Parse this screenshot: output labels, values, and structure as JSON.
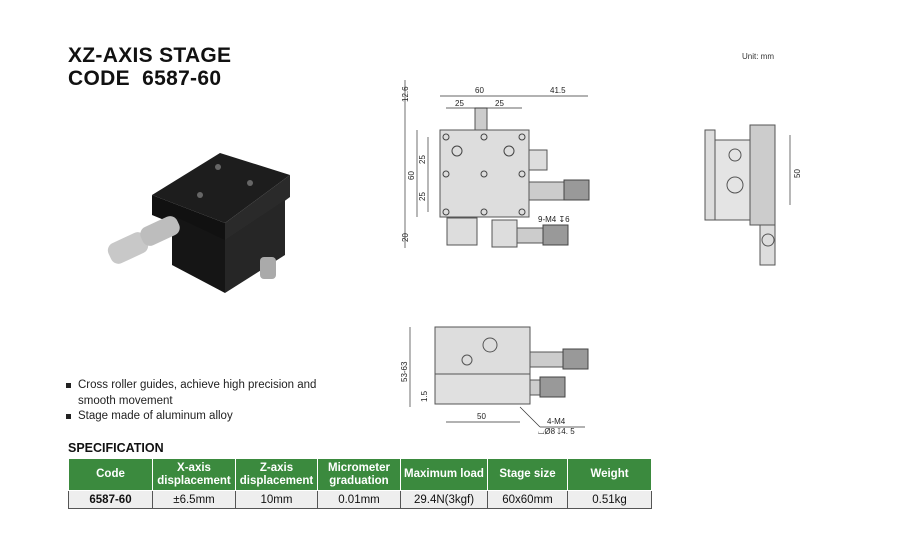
{
  "header": {
    "title_line1": "XZ-AXIS STAGE",
    "title_line2": "CODE  6587-60",
    "unit": "Unit: mm"
  },
  "features": [
    "Cross roller guides, achieve high precision and smooth movement",
    "Stage made of aluminum alloy"
  ],
  "drawings": {
    "front": {
      "dims": [
        "12.6",
        "60",
        "25",
        "25",
        "41.5",
        "25",
        "60",
        "25",
        "20"
      ],
      "note": "9-M4 ↧6"
    },
    "side": {
      "dims": [
        "50"
      ]
    },
    "bottom": {
      "dims": [
        "53-63",
        "1.5",
        "50"
      ],
      "note1": "4-M4",
      "note2": "⌴Ø8 ↧4. 5"
    }
  },
  "specification": {
    "label": "SPECIFICATION",
    "headers": [
      "Code",
      "X-axis displacement",
      "Z-axis displacement",
      "Micrometer graduation",
      "Maximum load",
      "Stage size",
      "Weight"
    ],
    "row": [
      "6587-60",
      "±6.5mm",
      "10mm",
      "0.01mm",
      "29.4N(3kgf)",
      "60x60mm",
      "0.51kg"
    ]
  },
  "colors": {
    "header_green": "#3b8a3e"
  }
}
